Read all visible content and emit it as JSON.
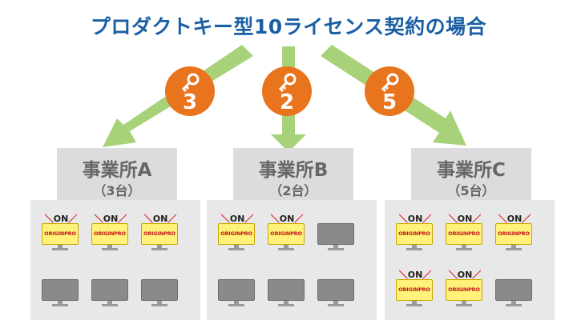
{
  "title": "プロダクトキー型10ライセンス契約の場合",
  "colors": {
    "title": "#1a5fa3",
    "arrow": "#a8d27a",
    "badge": "#e8741e",
    "panel": "#e8e8e8",
    "tab": "#dcdcdc",
    "active_screen": "#fff27a",
    "inactive_screen": "#8a8a8a"
  },
  "keys": [
    {
      "icon": "key-icon",
      "count": "3"
    },
    {
      "icon": "key-icon",
      "count": "2"
    },
    {
      "icon": "key-icon",
      "count": "5"
    }
  ],
  "offices": [
    {
      "name": "事業所A",
      "count_label": "（3台）",
      "pcs": [
        true,
        true,
        true,
        false,
        false,
        false
      ]
    },
    {
      "name": "事業所B",
      "count_label": "（2台）",
      "pcs": [
        true,
        true,
        false,
        false,
        false,
        false
      ]
    },
    {
      "name": "事業所C",
      "count_label": "（5台）",
      "pcs": [
        true,
        true,
        true,
        true,
        true,
        false
      ]
    }
  ],
  "pc_on_label": "ON",
  "pc_logo_text": "ORIGINPRO"
}
